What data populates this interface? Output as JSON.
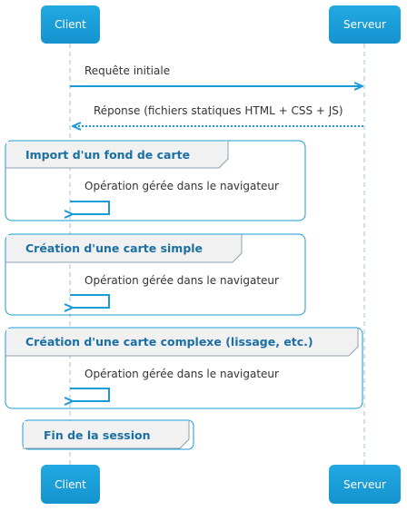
{
  "participants": {
    "client": "Client",
    "server": "Serveur"
  },
  "messages": {
    "initial_request": "Requête initiale",
    "response": "Réponse (fichiers statiques HTML + CSS + JS)"
  },
  "groups": [
    {
      "title": "Import d'un fond de carte",
      "note": "Opération gérée dans le navigateur"
    },
    {
      "title": "Création d'une carte simple",
      "note": "Opération gérée dans le navigateur"
    },
    {
      "title": "Création d'une carte complexe (lissage, etc.)",
      "note": "Opération gérée dans le navigateur"
    }
  ],
  "end_note": "Fin de la session",
  "colors": {
    "participant_fill": "#1ba1dc",
    "line": "#1a9ad6",
    "group_border": "#1a9ad6",
    "group_title": "#1a6fa5",
    "lifeline": "#9ec3d6"
  }
}
